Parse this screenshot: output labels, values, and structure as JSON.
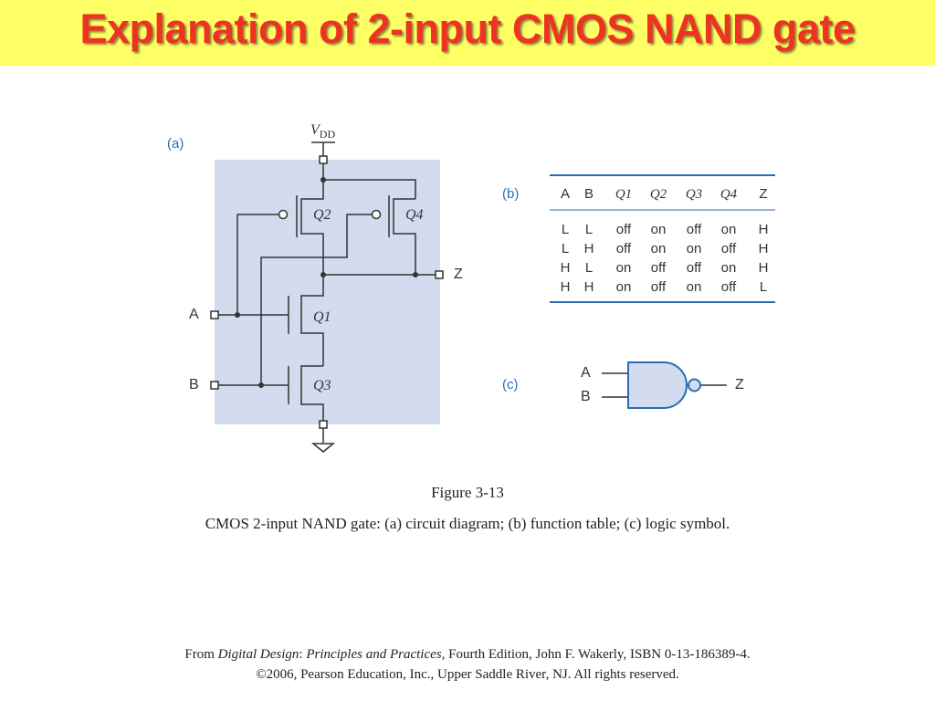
{
  "title": "Explanation of 2-input CMOS NAND gate",
  "colors": {
    "title_bg": "#ffff66",
    "title_text": "#ee3322",
    "circuit_bg": "#d3dcee",
    "panel_label": "#2a6db5",
    "gate_fill": "#d3dcee",
    "gate_stroke": "#2a6db5"
  },
  "circuit": {
    "panel_label": "(a)",
    "vdd_symbol": "V",
    "vdd_subscript": "DD",
    "input_a": "A",
    "input_b": "B",
    "output": "Z",
    "transistors": [
      "Q2",
      "Q4",
      "Q1",
      "Q3"
    ]
  },
  "table": {
    "panel_label": "(b)",
    "headers": [
      "A",
      "B",
      "Q1",
      "Q2",
      "Q3",
      "Q4",
      "Z"
    ],
    "rows": [
      [
        "L",
        "L",
        "off",
        "on",
        "off",
        "on",
        "H"
      ],
      [
        "L",
        "H",
        "off",
        "on",
        "on",
        "off",
        "H"
      ],
      [
        "H",
        "L",
        "on",
        "off",
        "off",
        "on",
        "H"
      ],
      [
        "H",
        "H",
        "on",
        "off",
        "on",
        "off",
        "L"
      ]
    ]
  },
  "symbol": {
    "panel_label": "(c)",
    "input_a": "A",
    "input_b": "B",
    "output": "Z"
  },
  "caption": {
    "figure": "Figure 3-13",
    "text": "CMOS 2-input NAND gate: (a) circuit diagram; (b) function table; (c) logic symbol."
  },
  "footer": {
    "from": "From ",
    "book": "Digital Design",
    "colon": ": ",
    "subtitle": "Principles and Practices",
    "rest": ", Fourth Edition, John F. Wakerly, ISBN 0-13-186389-4.",
    "copyright": "©2006, Pearson Education, Inc., Upper Saddle River, NJ. All rights reserved."
  }
}
